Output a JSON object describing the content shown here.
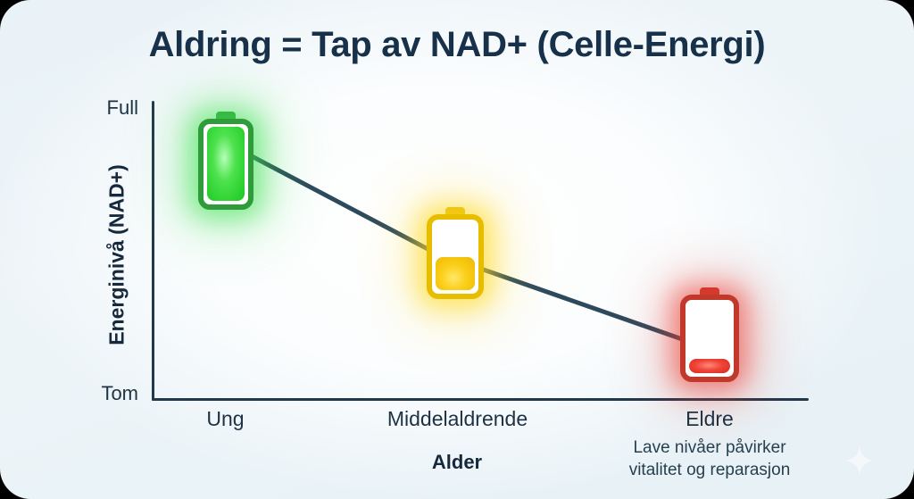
{
  "title": "Aldring = Tap av NAD+ (Celle-Energi)",
  "axes": {
    "y_label": "Energinivå (NAD+)",
    "y_top_tick": "Full",
    "y_bottom_tick": "Tom",
    "x_label": "Alder"
  },
  "annotation": {
    "line1": "Lave nivåer påvirker",
    "line2": "vitalitet og reparasjon"
  },
  "colors": {
    "background": "#eaf3f7",
    "title_text": "#17314a",
    "axis": "#22384b",
    "trend_line": "#2d4a5c",
    "battery_full": "#2f9b3a",
    "battery_half": "#e8bd00",
    "battery_low": "#c0392b"
  },
  "icons": {
    "battery_young": "battery-full-icon",
    "battery_middle": "battery-half-icon",
    "battery_old": "battery-low-icon",
    "watermark": "sparkle-icon"
  },
  "chart_data": {
    "type": "line",
    "title": "Aldring = Tap av NAD+ (Celle-Energi)",
    "xlabel": "Alder",
    "ylabel": "Energinivå (NAD+)",
    "categories": [
      "Ung",
      "Middelaldrende",
      "Eldre"
    ],
    "values": [
      100,
      50,
      18
    ],
    "ylim": [
      0,
      100
    ],
    "ytick_labels": [
      "Tom",
      "Full"
    ],
    "grid": false,
    "legend": "none",
    "markers": [
      {
        "category": "Ung",
        "level_percent": 100,
        "marker": "battery-full-icon",
        "color": "#2f9b3a"
      },
      {
        "category": "Middelaldrende",
        "level_percent": 50,
        "marker": "battery-half-icon",
        "color": "#e8bd00"
      },
      {
        "category": "Eldre",
        "level_percent": 18,
        "marker": "battery-low-icon",
        "color": "#c0392b"
      }
    ],
    "annotations": [
      "Lave nivåer påvirker vitalitet og reparasjon"
    ]
  }
}
